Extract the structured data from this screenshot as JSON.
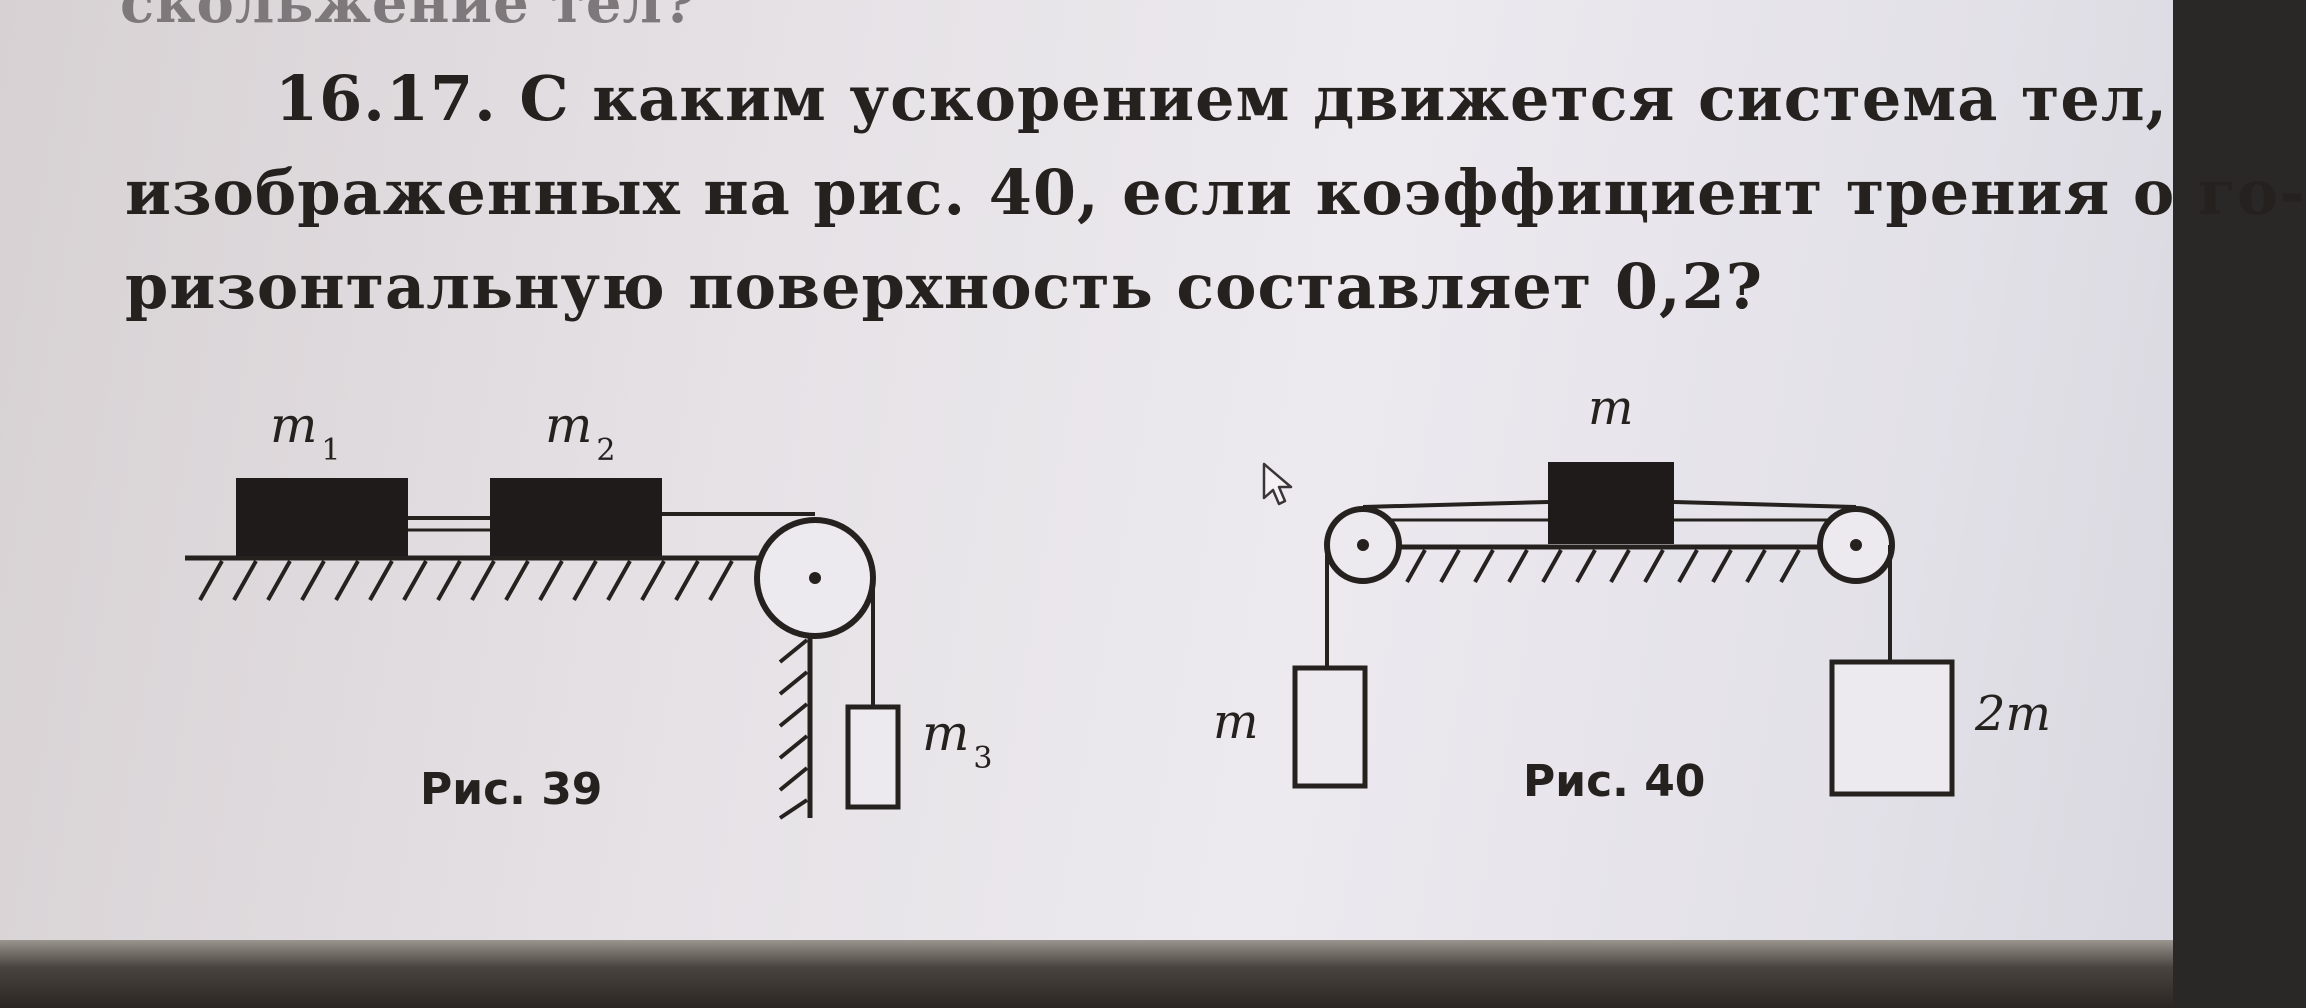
{
  "heading_cut": "скольжение тел?",
  "problem": {
    "lines": [
      "16.17. С каким ускорением движется система тел,",
      "изображенных на рис. 40, если коэффициент трения о го-",
      "ризонтальную поверхность составляет 0,2?"
    ]
  },
  "fig39": {
    "caption": "Рис. 39",
    "m1": "m",
    "m1_sub": "1",
    "m2": "m",
    "m2_sub": "2",
    "m3": "m",
    "m3_sub": "3"
  },
  "fig40": {
    "caption": "Рис. 40",
    "top_mass": "m",
    "left_mass": "m",
    "right_mass": "2m"
  },
  "colors": {
    "ink": "#25211f",
    "paper": "#e6e2e6",
    "block": "#1e1b1a"
  },
  "icons": [
    "mouse-cursor-icon",
    "pulley-icon"
  ]
}
